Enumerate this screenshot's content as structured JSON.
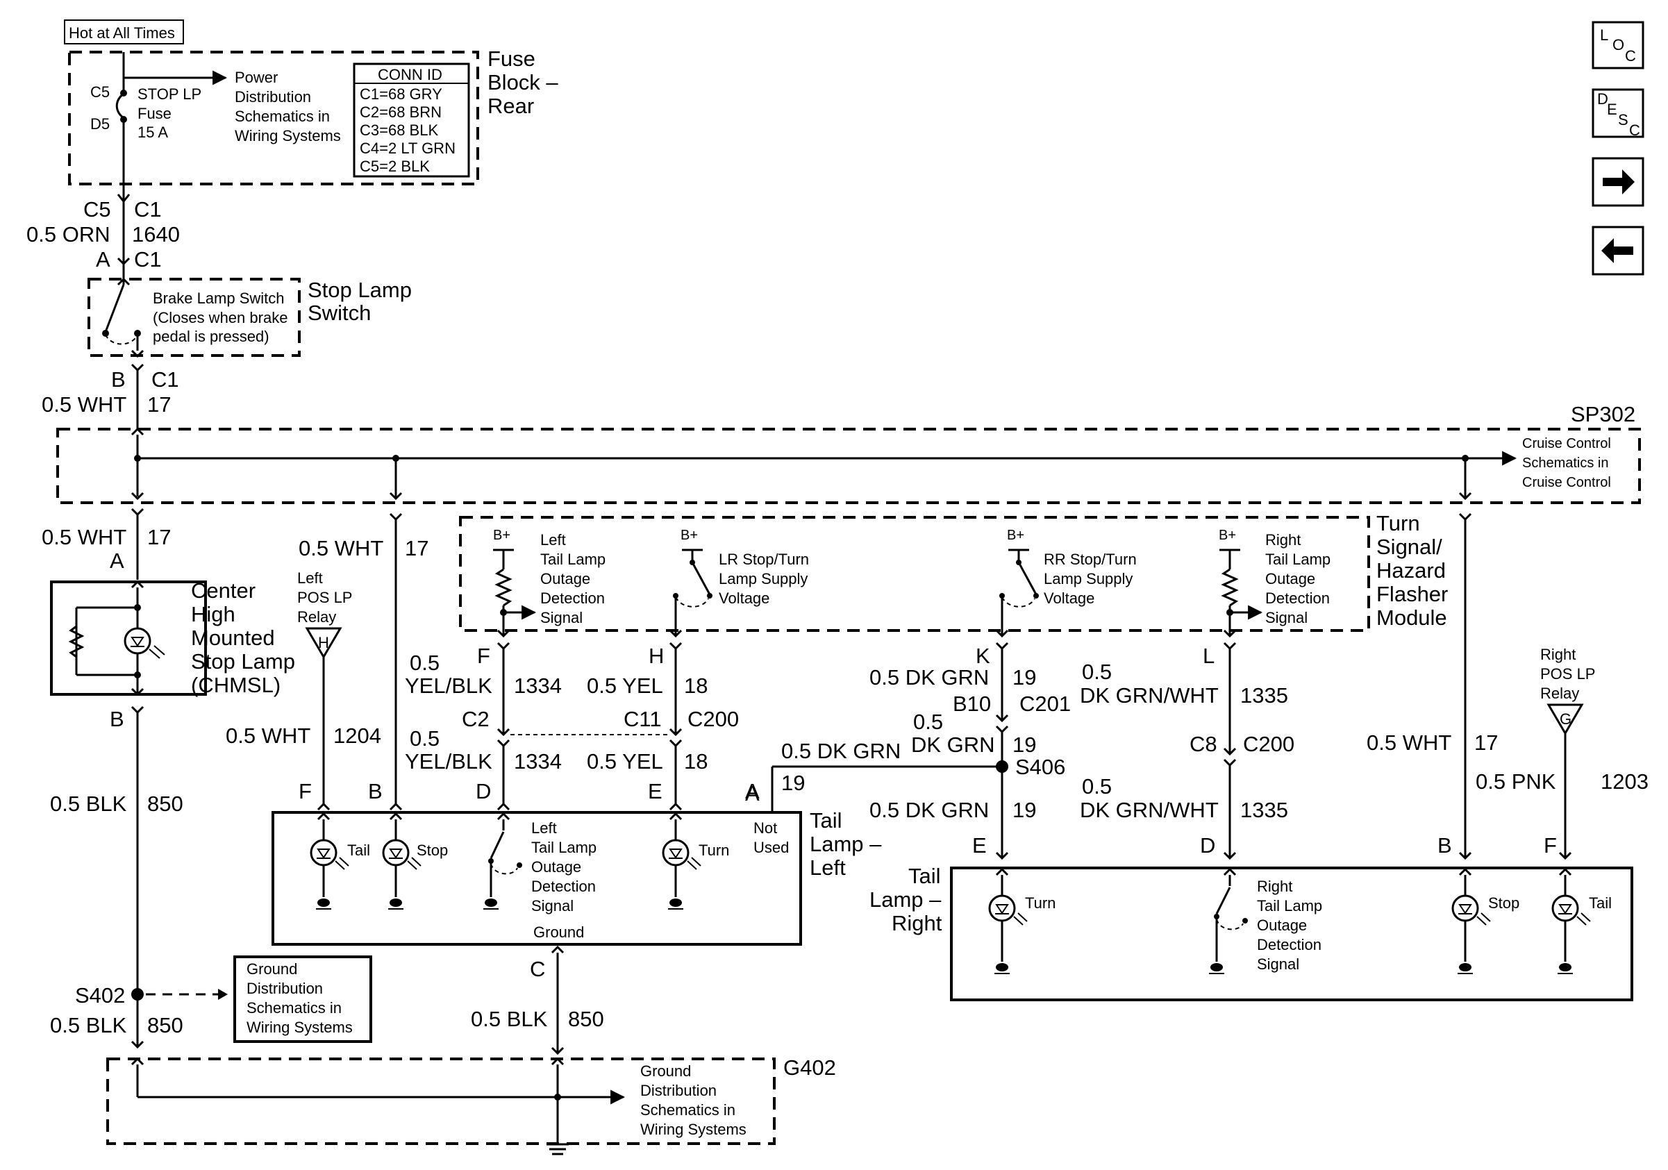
{
  "hot": "Hot at All Times",
  "fuse_block": {
    "c5": "C5",
    "d5": "D5",
    "fuse_name": "STOP LP",
    "fuse_label": "Fuse",
    "fuse_rating": "15 A",
    "power_ref": [
      "Power",
      "Distribution",
      "Schematics in",
      "Wiring Systems"
    ],
    "title": [
      "Fuse",
      "Block –",
      "Rear"
    ],
    "conn_id": {
      "header": "CONN ID",
      "rows": [
        "C1=68 GRY",
        "C2=68 BRN",
        "C3=68 BLK",
        "C4=2 LT GRN",
        "C5=2 BLK"
      ]
    }
  },
  "wire_a": {
    "c5": "C5",
    "c1": "C1",
    "gauge": "0.5 ORN",
    "circuit": "1640",
    "pin": "A",
    "c1b": "C1"
  },
  "stop_switch": {
    "desc": [
      "Brake Lamp Switch",
      "(Closes when brake",
      "pedal is pressed)"
    ],
    "title": [
      "Stop Lamp",
      "Switch"
    ]
  },
  "wire_b": {
    "pin": "B",
    "conn": "C1",
    "gauge": "0.5 WHT",
    "circuit": "17"
  },
  "sp302": {
    "label": "SP302",
    "cruise_ref": [
      "Cruise Control",
      "Schematics in",
      "Cruise Control"
    ]
  },
  "chmsl": {
    "gauge": "0.5 WHT",
    "circuit": "17",
    "pin_a": "A",
    "pin_b": "B",
    "title": [
      "Center",
      "High",
      "Mounted",
      "Stop Lamp",
      "(CHMSL)"
    ],
    "gauge_b": "0.5 BLK",
    "circuit_b": "850"
  },
  "left_col": {
    "gauge": "0.5 WHT",
    "circuit": "17",
    "relay": [
      "Left",
      "POS LP",
      "Relay"
    ],
    "relay_pin": "H",
    "gauge_1204": "0.5 WHT",
    "circuit_1204": "1204"
  },
  "flasher": {
    "title": [
      "Turn",
      "Signal/",
      "Hazard",
      "Flasher",
      "Module"
    ],
    "bplus": "B+",
    "left_outage": [
      "Left",
      "Tail Lamp",
      "Outage",
      "Detection",
      "Signal"
    ],
    "lr_supply": [
      "LR Stop/Turn",
      "Lamp Supply",
      "Voltage"
    ],
    "rr_supply": [
      "RR Stop/Turn",
      "Lamp Supply",
      "Voltage"
    ],
    "right_outage": [
      "Right",
      "Tail Lamp",
      "Outage",
      "Detection",
      "Signal"
    ]
  },
  "wires_mid": {
    "f": "F",
    "h": "H",
    "k": "K",
    "l": "L",
    "yelblk_a": "0.5",
    "yelblk_b": "YEL/BLK",
    "c1334": "1334",
    "yel": "0.5 YEL",
    "c18": "18",
    "dkgrn": "0.5 DK GRN",
    "c19": "19",
    "b10": "B10",
    "c201": "C201",
    "dkgrnwht_a": "0.5",
    "dkgrnwht_b": "DK GRN/WHT",
    "c1335": "1335",
    "c2": "C2",
    "c11": "C11",
    "c200": "C200",
    "c8": "C8",
    "c200b": "C200",
    "dkgrn2a": "0.5",
    "dkgrn2b": "DK GRN",
    "c19b": "19",
    "s406": "S406",
    "dkgrn3": "0.5 DK GRN",
    "c19c": "19",
    "pin_a": "A",
    "yelblk2a": "0.5",
    "yelblk2b": "YEL/BLK",
    "c1334b": "1334",
    "yel2": "0.5 YEL",
    "c18b": "18",
    "dkgrn4": "0.5 DK GRN",
    "c19d": "19",
    "dkgrnwht2a": "0.5",
    "dkgrnwht2b": "DK GRN/WHT",
    "c1335b": "1335"
  },
  "right_col": {
    "gauge": "0.5 WHT",
    "circuit": "17",
    "relay": [
      "Right",
      "POS LP",
      "Relay"
    ],
    "relay_pin": "G",
    "gauge_1203": "0.5 PNK",
    "circuit_1203": "1203"
  },
  "tail_left": {
    "title": [
      "Tail",
      "Lamp –",
      "Left"
    ],
    "pins": [
      "F",
      "B",
      "D",
      "E",
      "A"
    ],
    "tail": "Tail",
    "stop": "Stop",
    "turn": "Turn",
    "outage": [
      "Left",
      "Tail Lamp",
      "Outage",
      "Detection",
      "Signal"
    ],
    "not_used": [
      "Not",
      "Used"
    ],
    "ground": "Ground"
  },
  "tail_right": {
    "title": [
      "Tail",
      "Lamp –",
      "Right"
    ],
    "pins": [
      "E",
      "D",
      "B",
      "F"
    ],
    "turn": "Turn",
    "stop": "Stop",
    "tail": "Tail",
    "outage": [
      "Right",
      "Tail Lamp",
      "Outage",
      "Detection",
      "Signal"
    ]
  },
  "ground": {
    "s402": "S402",
    "gauge_l": "0.5 BLK",
    "circuit_l": "850",
    "ref1": [
      "Ground",
      "Distribution",
      "Schematics in",
      "Wiring Systems"
    ],
    "pin_c": "C",
    "gauge_c": "0.5 BLK",
    "circuit_c": "850",
    "g402": "G402",
    "ref2": [
      "Ground",
      "Distribution",
      "Schematics in",
      "Wiring Systems"
    ]
  },
  "nav": {
    "loc": [
      "L",
      "O",
      "C"
    ],
    "desc": [
      "D",
      "E",
      "S",
      "C"
    ],
    "next": "next-arrow",
    "prev": "prev-arrow"
  }
}
